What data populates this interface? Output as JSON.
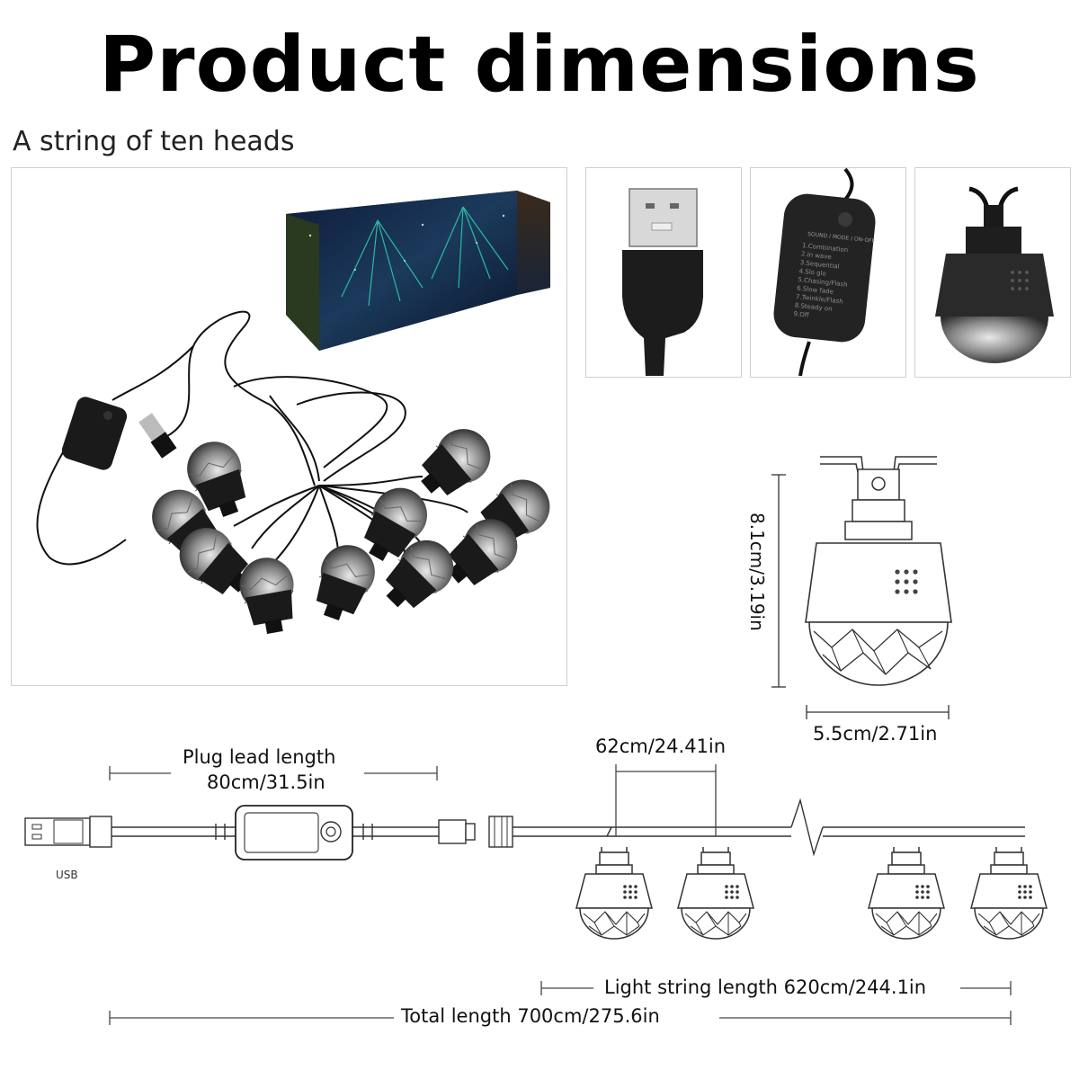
{
  "title": "Product dimensions",
  "subtitle": "A string of ten heads",
  "controller_modes": {
    "header": "SOUND / MODE / ON-OFF",
    "items": [
      "1.Combination",
      "2.In wave",
      "3.Sequential",
      "4.Slo glo",
      "5.Chasing/Flash",
      "6.Slow fade",
      "7.Twinkle/Flash",
      "8.Steady on",
      "9.Off"
    ]
  },
  "dimensions": {
    "height": "8.1cm/3.19in",
    "width": "5.5cm/2.71in",
    "plug_lead_title": "Plug lead length",
    "plug_lead_value": "80cm/31.5in",
    "spacing": "62cm/24.41in",
    "usb_label": "USB",
    "light_string": "Light string length 620cm/244.1in",
    "total": "Total length 700cm/275.6in"
  }
}
